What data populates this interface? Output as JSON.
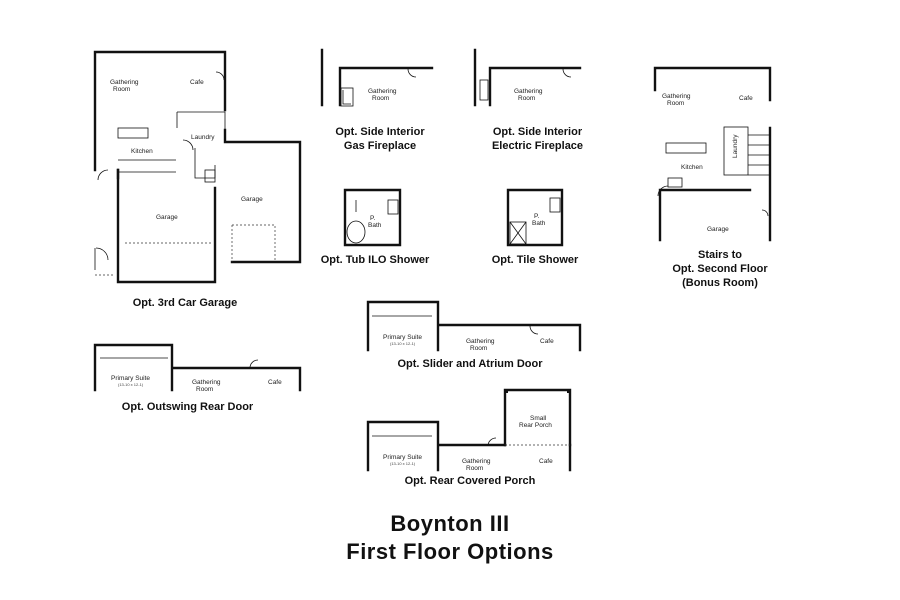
{
  "title": {
    "line1": "Boynton III",
    "line2": "First Floor Options"
  },
  "options": {
    "garage3": {
      "caption": "Opt. 3rd Car Garage",
      "rooms": {
        "gathering": "Gathering",
        "gathering2": "Room",
        "cafe": "Cafe",
        "laundry": "Laundry",
        "kitchen": "Kitchen",
        "garage_a": "Garage",
        "garage_b": "Garage"
      }
    },
    "gas_fireplace": {
      "caption1": "Opt. Side Interior",
      "caption2": "Gas Fireplace",
      "rooms": {
        "gathering": "Gathering",
        "gathering2": "Room"
      }
    },
    "electric_fireplace": {
      "caption1": "Opt. Side Interior",
      "caption2": "Electric Fireplace",
      "rooms": {
        "gathering": "Gathering",
        "gathering2": "Room"
      }
    },
    "stairs": {
      "caption1": "Stairs to",
      "caption2": "Opt. Second Floor",
      "caption3": "(Bonus Room)",
      "rooms": {
        "gathering": "Gathering",
        "gathering2": "Room",
        "cafe": "Cafe",
        "laundry": "Laundry",
        "kitchen": "Kitchen",
        "garage": "Garage"
      }
    },
    "tub_shower": {
      "caption": "Opt. Tub ILO Shower",
      "rooms": {
        "bath": "P.",
        "bath2": "Bath"
      }
    },
    "tile_shower": {
      "caption": "Opt. Tile Shower",
      "rooms": {
        "bath": "P.",
        "bath2": "Bath"
      }
    },
    "slider_atrium": {
      "caption": "Opt. Slider and Atrium Door",
      "rooms": {
        "suite": "Primary Suite",
        "suite_dims": "(13-10 x 12-1)",
        "gathering": "Gathering",
        "gathering2": "Room",
        "cafe": "Cafe"
      }
    },
    "outswing": {
      "caption": "Opt. Outswing Rear Door",
      "rooms": {
        "suite": "Primary Suite",
        "suite_dims": "(13-10 x 12-1)",
        "gathering": "Gathering",
        "gathering2": "Room",
        "cafe": "Cafe"
      }
    },
    "covered_porch": {
      "caption": "Opt. Rear Covered Porch",
      "rooms": {
        "suite": "Primary Suite",
        "suite_dims": "(13-10 x 12-1)",
        "gathering": "Gathering",
        "gathering2": "Room",
        "cafe": "Cafe",
        "porch": "Small",
        "porch2": "Rear Porch"
      }
    }
  }
}
